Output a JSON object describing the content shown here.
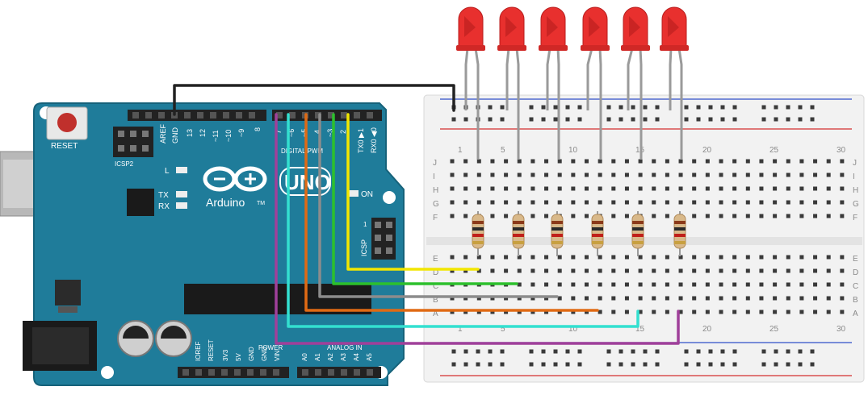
{
  "board": {
    "brand": "Arduino",
    "model": "UNO",
    "reset": "RESET",
    "icsp2": "ICSP2",
    "icsp": "ICSP",
    "on": "ON",
    "led_l": "L",
    "tx": "TX",
    "rx": "RX",
    "power_header": "POWER",
    "analog_header": "ANALOG IN",
    "digital_header": "DIGITAL PWM",
    "pwm_mark": "~",
    "icsp_pin1": "1",
    "tm": "TM",
    "top_pins": [
      "AREF",
      "GND",
      "13",
      "12",
      "~11",
      "~10",
      "~9",
      "8"
    ],
    "digital_pins": [
      "7",
      "~6",
      "~5",
      "4",
      "~3",
      "2",
      "TX0 ▶1",
      "RX0 ◀0"
    ],
    "power_pins": [
      "IOREF",
      "RESET",
      "3V3",
      "5V",
      "GND",
      "GND",
      "VIN"
    ],
    "analog_pins": [
      "A0",
      "A1",
      "A2",
      "A3",
      "A4",
      "A5"
    ]
  },
  "breadboard": {
    "column_numbers": [
      "1",
      "5",
      "10",
      "15",
      "20",
      "25",
      "30"
    ],
    "row_letters_top": [
      "J",
      "I",
      "H",
      "G",
      "F"
    ],
    "row_letters_bottom": [
      "E",
      "D",
      "C",
      "B",
      "A"
    ]
  },
  "leds": [
    {
      "color": "#e8302e"
    },
    {
      "color": "#e8302e"
    },
    {
      "color": "#e8302e"
    },
    {
      "color": "#e8302e"
    },
    {
      "color": "#e8302e"
    },
    {
      "color": "#e8302e"
    }
  ],
  "wires": [
    {
      "color": "#f2e600"
    },
    {
      "color": "#2cc02c"
    },
    {
      "color": "#8c8c8c"
    },
    {
      "color": "#e06a14"
    },
    {
      "color": "#33e0d0"
    },
    {
      "color": "#a0409a"
    },
    {
      "color": "#222222"
    }
  ],
  "colors": {
    "board": "#1f7c9a",
    "board_dark": "#16627a",
    "header": "#222222",
    "breadboard": "#f2f2f2",
    "rail_red": "#d43030",
    "rail_blue": "#3050c8"
  }
}
